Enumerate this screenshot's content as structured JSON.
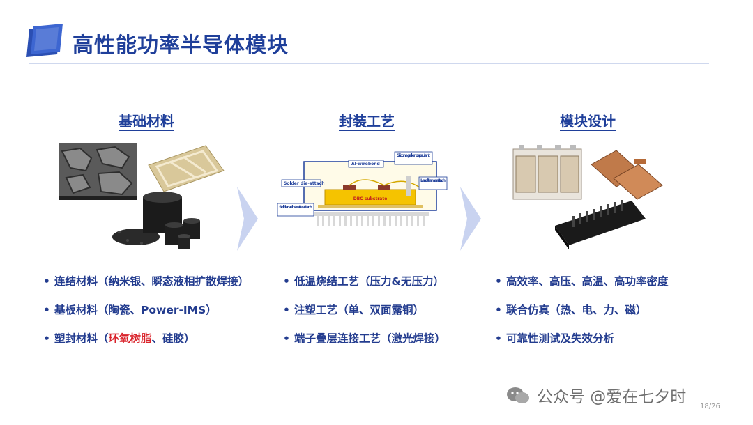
{
  "title": "高性能功率半导体模块",
  "columns": [
    {
      "heading": "基础材料",
      "bullets": [
        {
          "text": "连结材料（纳米银、瞬态液相扩散焊接）"
        },
        {
          "text": "基板材料（陶瓷、Power-IMS）"
        },
        {
          "before": "塑封材料（",
          "highlight": "环氧树脂",
          "after": "、硅胶）"
        }
      ]
    },
    {
      "heading": "封装工艺",
      "bullets": [
        {
          "text": "低温烧结工艺（压力&无压力）"
        },
        {
          "text": "注塑工艺（单、双面露铜）"
        },
        {
          "text": "端子叠层连接工艺（激光焊接）"
        }
      ]
    },
    {
      "heading": "模块设计",
      "bullets": [
        {
          "text": "高效率、高压、高温、高功率密度"
        },
        {
          "text": "联合仿真（热、电、力、磁）"
        },
        {
          "text": "可靠性测试及失效分析"
        }
      ]
    }
  ],
  "package_diagram": {
    "labels": {
      "wirebond": "Al-wirebond",
      "gel": "Silicone gel encapsulant",
      "die_attach": "Solder die-attach",
      "lead_frame": "Lead-frame attach",
      "substrate_attach": "Solder substrate-attach",
      "dbc": "DBC substrate"
    }
  },
  "watermark": "公众号 @爱在七夕时",
  "page": "18/26",
  "colors": {
    "heading": "#1f3f9a",
    "text": "#233c8f",
    "highlight": "#d9232b",
    "arrow": "#c9d3f0"
  }
}
